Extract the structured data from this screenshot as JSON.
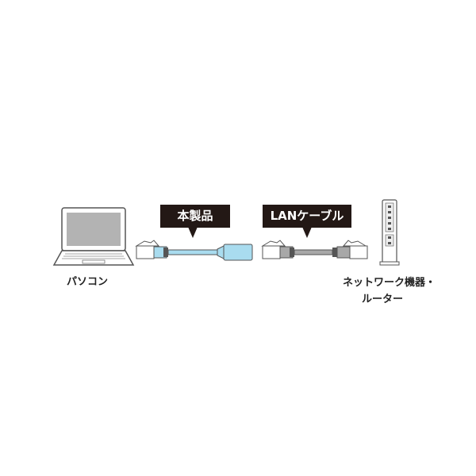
{
  "labels": {
    "pc": "パソコン",
    "product": "本製品",
    "lan_cable": "LANケーブル",
    "network_line1": "ネットワーク機器・",
    "network_line2": "ルーター"
  },
  "colors": {
    "product_cable": "#a9dcef",
    "lan_cable": "#a8a8a8",
    "callout": "#231815"
  }
}
